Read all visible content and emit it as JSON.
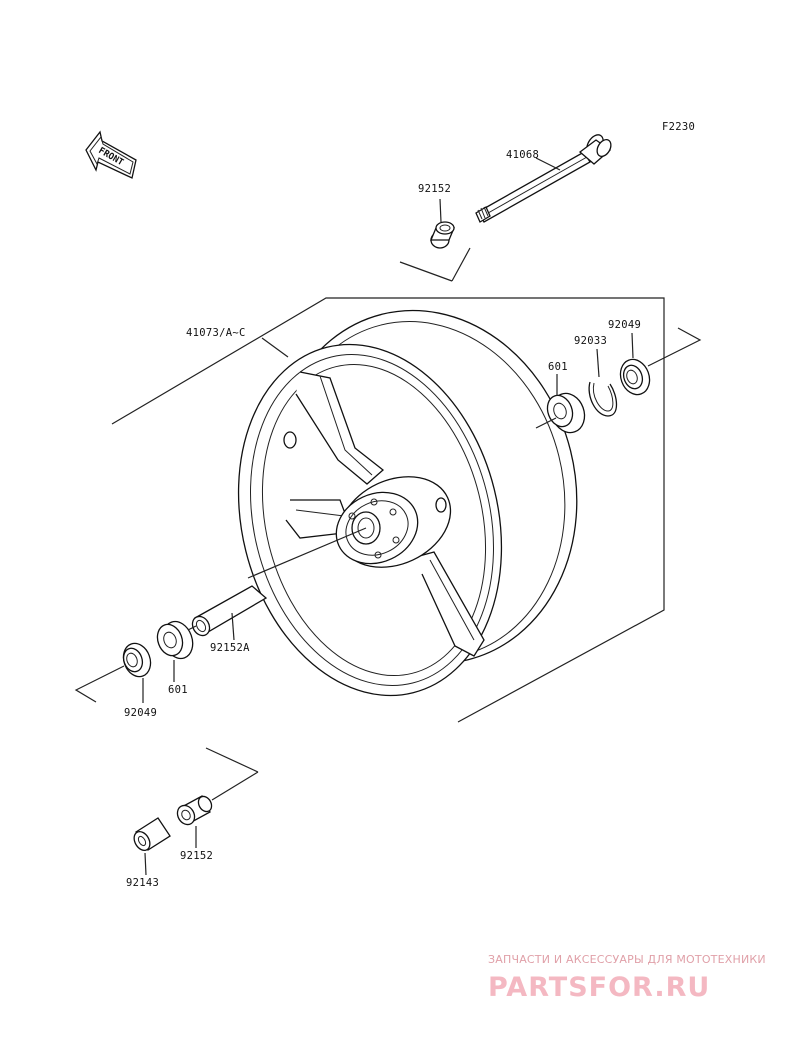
{
  "figure_code": "F2230",
  "front_marker": "FRONT",
  "parts": {
    "axle": "41068",
    "collar_top": "92152",
    "wheel": "41073/A~C",
    "seal_right": "92049",
    "circlip": "92033",
    "bearing_right": "601",
    "spacer": "92152A",
    "seal_left": "92049",
    "bearing_left": "601",
    "collar_bottom": "92152",
    "collar_small": "92143"
  },
  "watermark": {
    "tagline": "ЗАПЧАСТИ И АКСЕССУАРЫ ДЛЯ МОТОТЕХНИКИ",
    "logo": "PARTSFOR.RU"
  }
}
